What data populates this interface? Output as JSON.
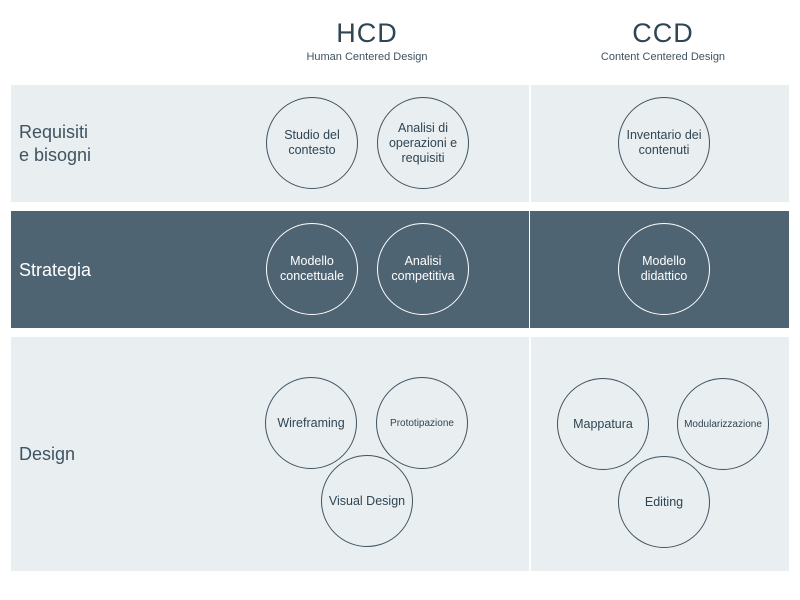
{
  "columns": {
    "hcd": {
      "title": "HCD",
      "subtitle": "Human Centered Design"
    },
    "ccd": {
      "title": "CCD",
      "subtitle": "Content Centered Design"
    }
  },
  "rows": {
    "requisiti": {
      "label_line1": "Requisiti",
      "label_line2": "e bisogni",
      "hcd": [
        "Studio del contesto",
        "Analisi di operazioni e requisiti"
      ],
      "ccd": [
        "Inventario dei contenuti"
      ]
    },
    "strategia": {
      "label": "Strategia",
      "hcd": [
        "Modello concettuale",
        "Analisi competitiva"
      ],
      "ccd": [
        "Modello didattico"
      ]
    },
    "design": {
      "label": "Design",
      "hcd": [
        "Wireframing",
        "Prototipazione",
        "Visual Design"
      ],
      "ccd": [
        "Mappatura",
        "Modularizzazione",
        "Editing"
      ]
    }
  },
  "colors": {
    "light_band": "#e9eef0",
    "dark_band": "#4f6472",
    "text": "#2f4553"
  }
}
